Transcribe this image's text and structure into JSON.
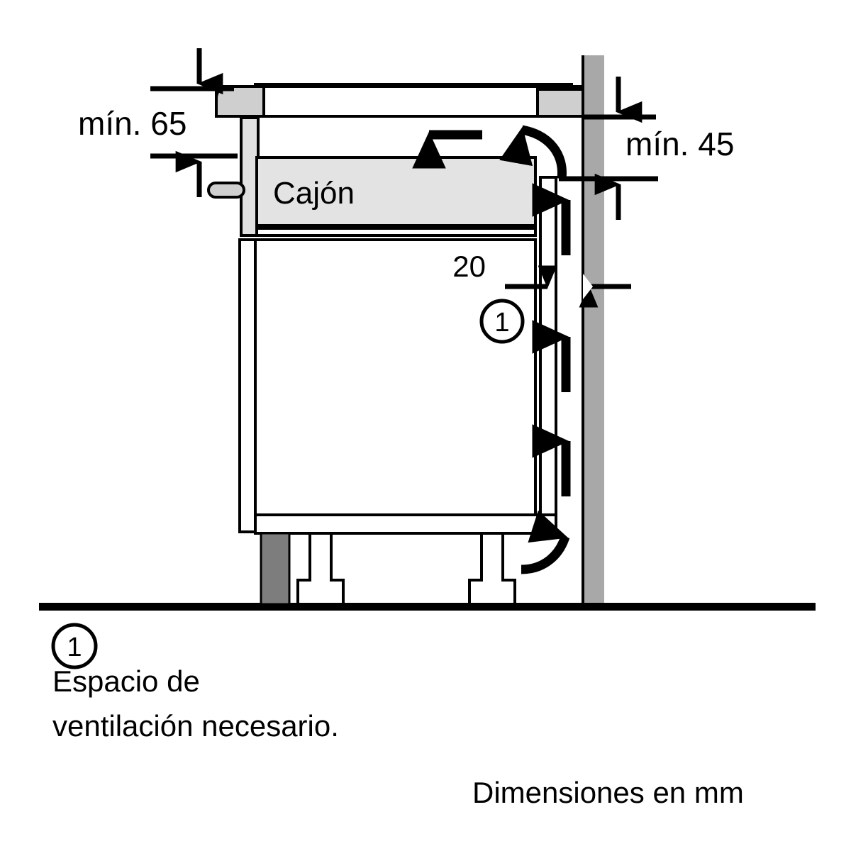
{
  "diagram": {
    "title_hidden": "",
    "labels": {
      "min_top": "mín. 65",
      "min_right": "mín. 45",
      "gap": "20",
      "drawer": "Cajón",
      "callout_marker": "1",
      "callout_marker_legend": "1",
      "note_line1": "Espacio de",
      "note_line2": "ventilación necesario.",
      "units": "Dimensiones en mm"
    },
    "measurements": [
      {
        "name": "min-top-clearance",
        "value": "mín. 65",
        "unit": "mm"
      },
      {
        "name": "min-rear-clearance",
        "value": "mín. 45",
        "unit": "mm"
      },
      {
        "name": "rear-air-gap",
        "value": "20",
        "unit": "mm"
      }
    ],
    "colors": {
      "stroke": "#000000",
      "wall_fill": "#a8a8a8",
      "plinth_fill": "#7d7d7d",
      "panel_fill": "#cfcfcf",
      "drawer_fill": "#e3e3e3",
      "background": "#ffffff"
    }
  }
}
